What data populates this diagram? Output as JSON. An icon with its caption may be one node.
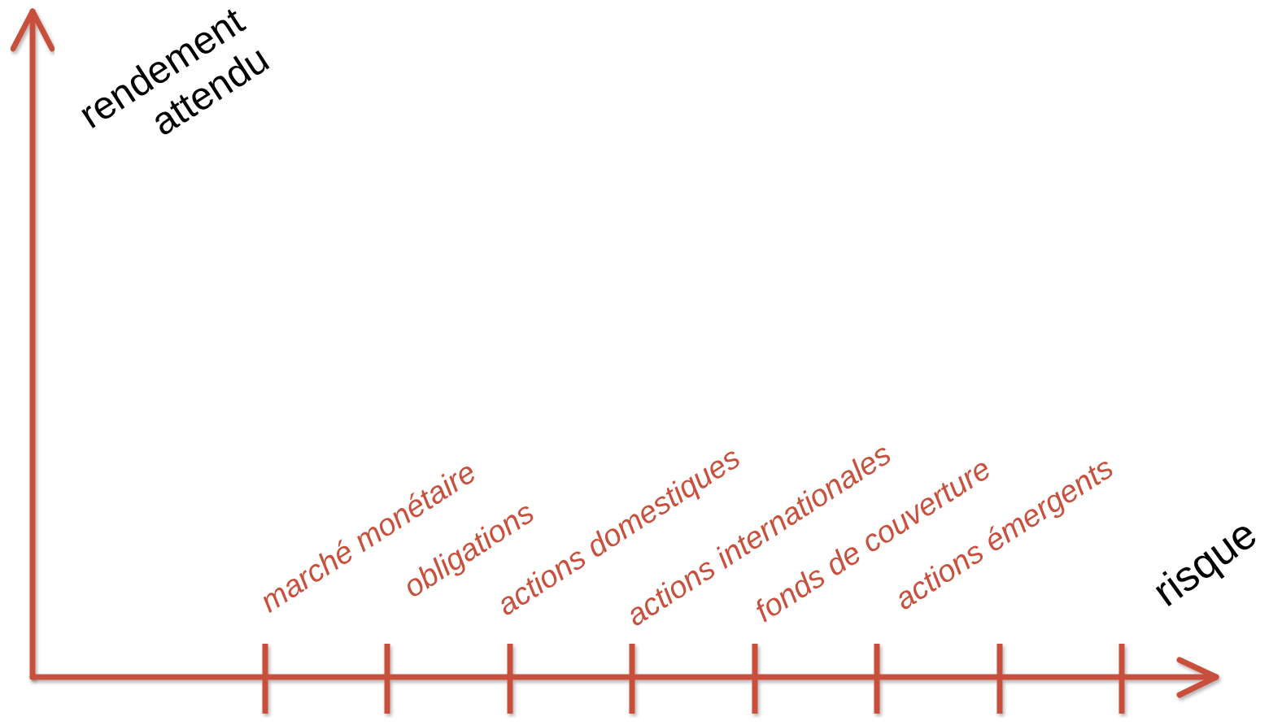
{
  "diagram": {
    "labels": [
      "rendement attendu",
      "marché monétaire",
      "obligations",
      "actions domestiques",
      "actions internationales",
      "fonds de couverture",
      "actions émergents",
      "risque"
    ]
  }
}
